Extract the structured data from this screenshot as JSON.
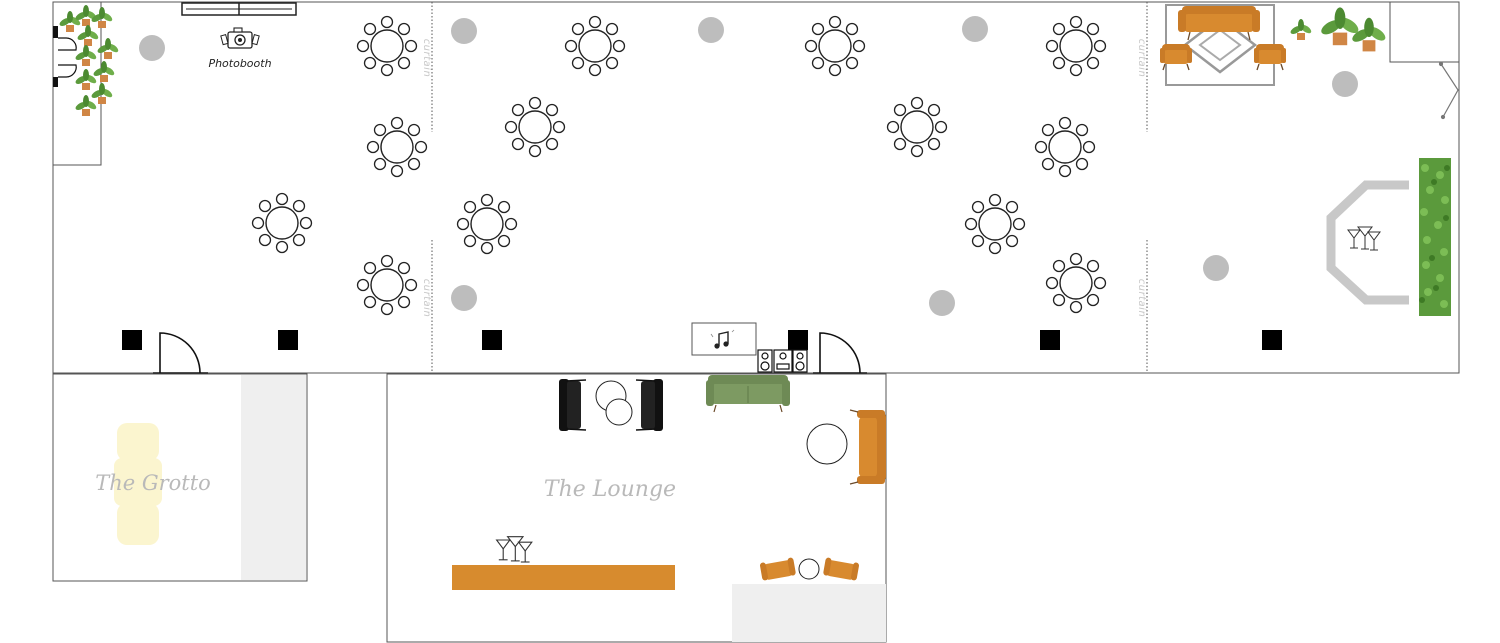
{
  "labels": {
    "photobooth": "Photobooth",
    "grotto": "The Grotto",
    "lounge": "The Lounge",
    "curtain": "curtain"
  },
  "colors": {
    "wall": "#555555",
    "column": "#000000",
    "speaker_dot": "#bdbdbd",
    "bar": "#d78b2e",
    "sofa_orange": "#d88a2f",
    "sofa_green": "#7d9a62",
    "grotto_seating": "#fbf5cf",
    "storage_grey": "#efefef",
    "greenery": "#5b9a3c"
  },
  "icons": [
    "camera-icon",
    "music-note-icon",
    "speaker-icon",
    "cocktail-glasses-icon",
    "plant-icon"
  ]
}
